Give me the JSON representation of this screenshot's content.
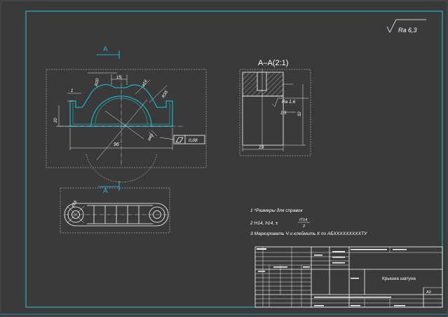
{
  "roughness": {
    "label": "Ra 6,3"
  },
  "views": {
    "section_marker": "A",
    "section_title": "A–A(2:1)",
    "front": {
      "dim_r20": "R20",
      "dim_15": "15",
      "dim_1": "1",
      "dim_phi16": "⌀16",
      "dim_r35": "R35",
      "dim_20": "20",
      "dim_96": "96",
      "dim_phi45": "⌀45",
      "tolerance_value": "0,08"
    },
    "section": {
      "dim_ra16": "Ra 1,6",
      "dim_15": "1,5",
      "dim_32": "32",
      "dim_19": "19"
    },
    "bottom": {
      "dim_phi18": "⌀18"
    }
  },
  "notes": {
    "note1": "1 *Размеры для справок",
    "note2_prefix": "2 H14, h14, ±",
    "note2_num": "IT14",
    "note2_den": "2",
    "note3": "3 Маркировать Ч и клеймить К по АБХХХХХХХХХТУ"
  },
  "title_block": {
    "part_name": "Крышка шатуна",
    "sheet_format": "A3"
  }
}
